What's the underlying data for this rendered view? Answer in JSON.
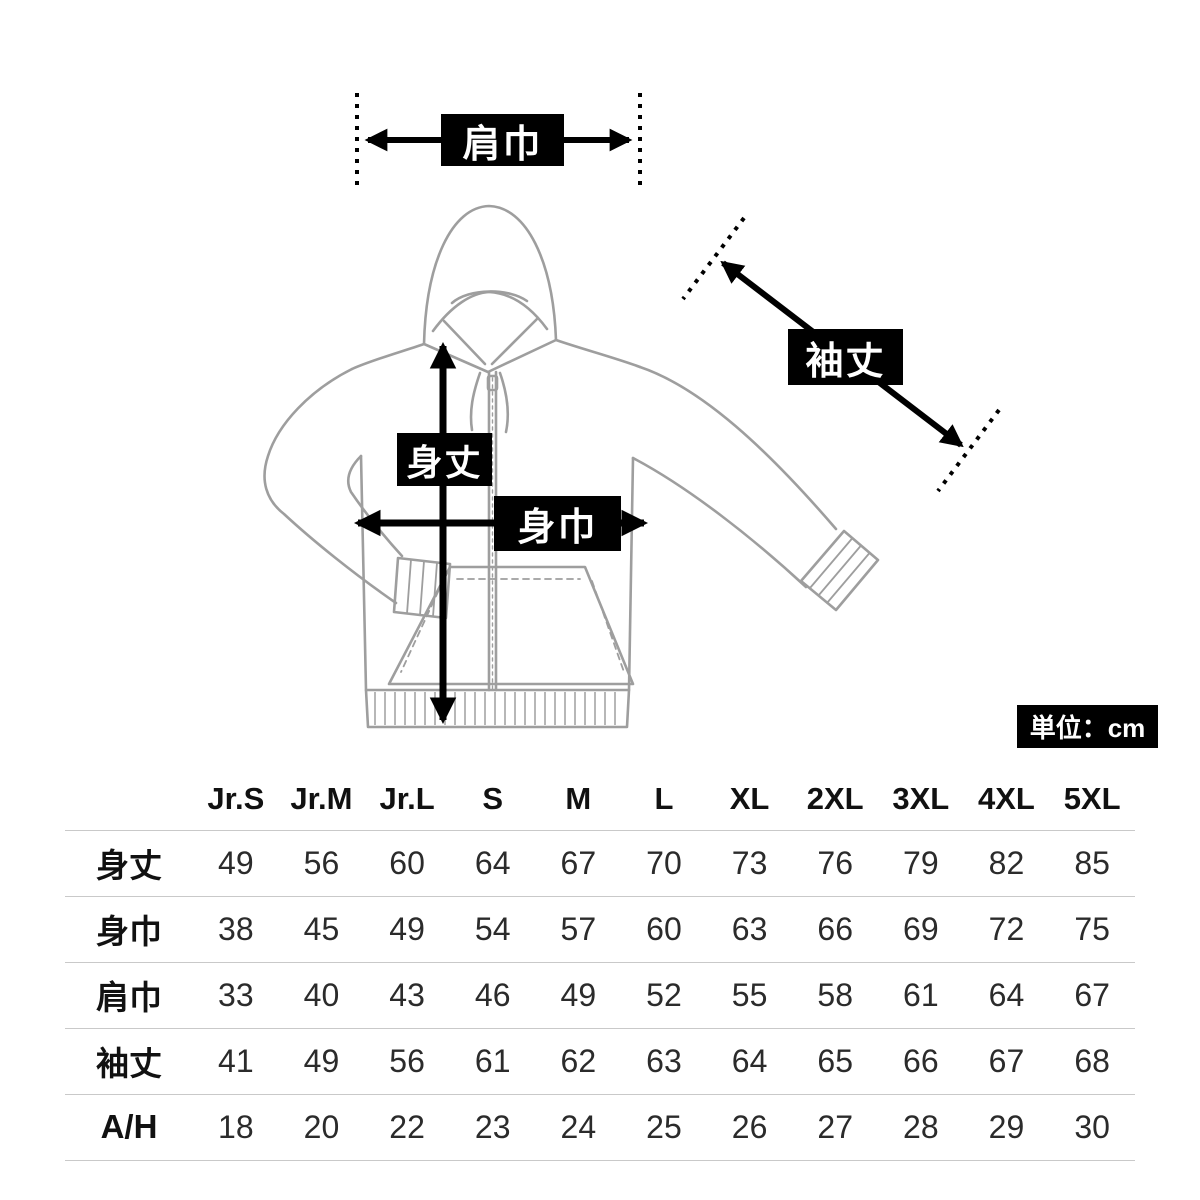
{
  "page": {
    "background": "#ffffff"
  },
  "diagram": {
    "measure_labels": {
      "shoulder_width": "肩巾",
      "sleeve_length": "袖丈",
      "body_length": "身丈",
      "body_width": "身巾"
    },
    "unit_label": "単位：cm",
    "colors": {
      "label_background": "#000000",
      "label_text": "#ffffff",
      "garment_line": "#9e9e9e",
      "arrow": "#000000"
    }
  },
  "size_chart": {
    "type": "table",
    "columns": [
      "Jr.S",
      "Jr.M",
      "Jr.L",
      "S",
      "M",
      "L",
      "XL",
      "2XL",
      "3XL",
      "4XL",
      "5XL"
    ],
    "rows": [
      {
        "label": "身丈",
        "values": [
          "49",
          "56",
          "60",
          "64",
          "67",
          "70",
          "73",
          "76",
          "79",
          "82",
          "85"
        ]
      },
      {
        "label": "身巾",
        "values": [
          "38",
          "45",
          "49",
          "54",
          "57",
          "60",
          "63",
          "66",
          "69",
          "72",
          "75"
        ]
      },
      {
        "label": "肩巾",
        "values": [
          "33",
          "40",
          "43",
          "46",
          "49",
          "52",
          "55",
          "58",
          "61",
          "64",
          "67"
        ]
      },
      {
        "label": "袖丈",
        "values": [
          "41",
          "49",
          "56",
          "61",
          "62",
          "63",
          "64",
          "65",
          "66",
          "67",
          "68"
        ]
      },
      {
        "label": "A/H",
        "values": [
          "18",
          "20",
          "22",
          "23",
          "24",
          "25",
          "26",
          "27",
          "28",
          "29",
          "30"
        ]
      }
    ]
  }
}
